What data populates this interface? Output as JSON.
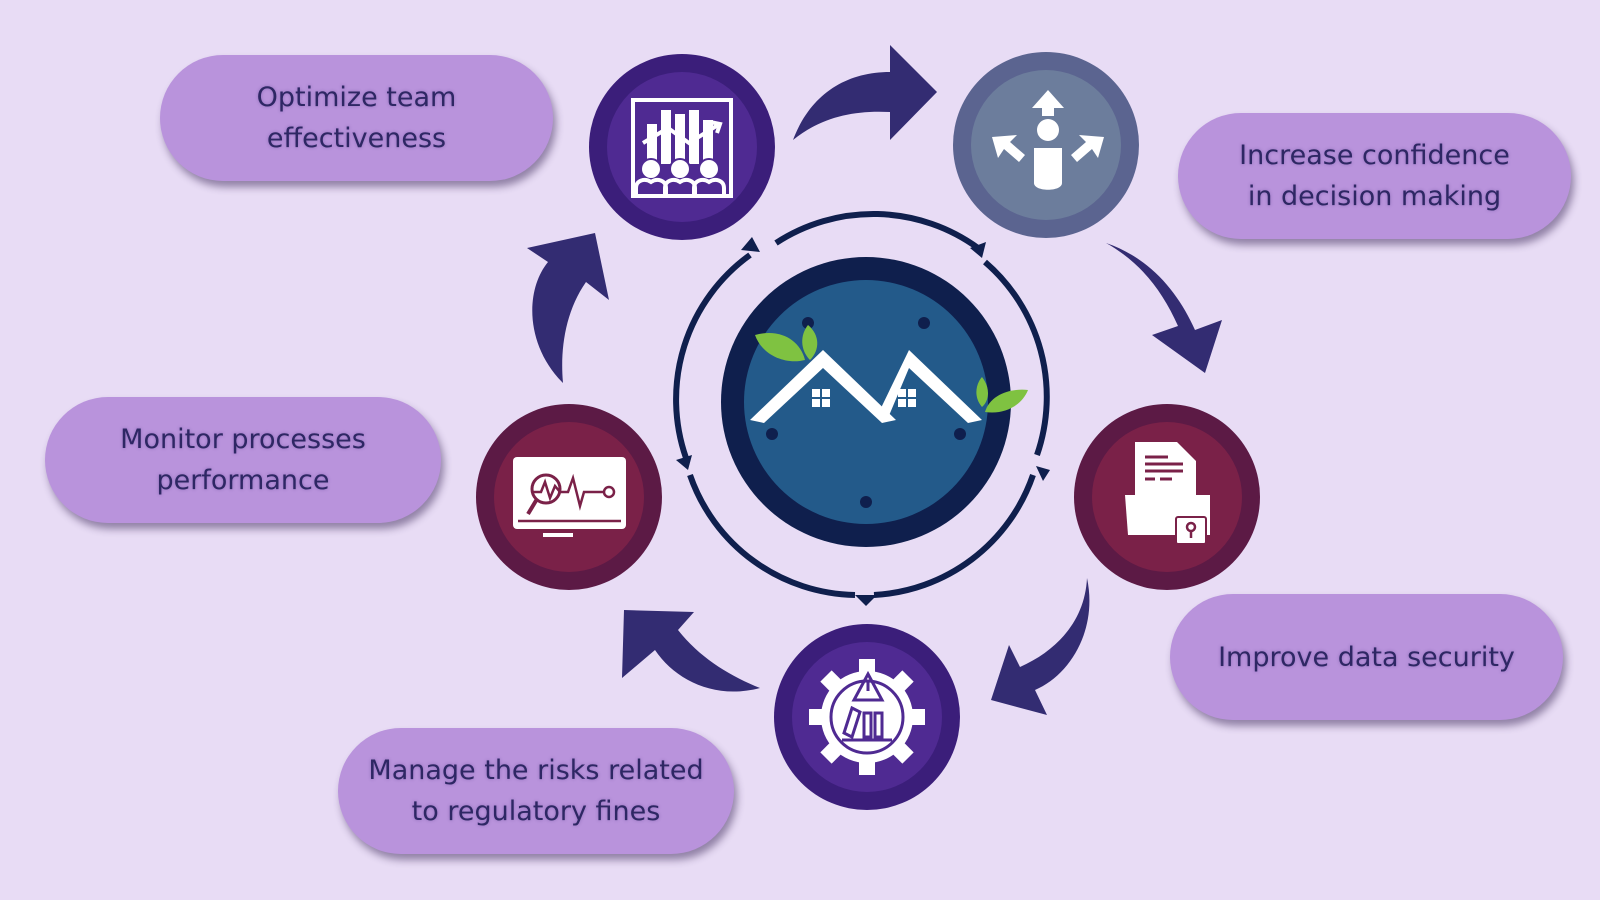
{
  "diagram": {
    "title": "Benefits cycle",
    "center": {
      "icon": "house-roof-leaves-logo-icon"
    },
    "nodes": [
      {
        "id": "optimize",
        "label_lines": [
          "Optimize team",
          "effectiveness"
        ],
        "icon": "team-chart-icon",
        "color_outer": "#3b1e7a",
        "color_inner": "#4f2a92"
      },
      {
        "id": "confidence",
        "label_lines": [
          "Increase confidence",
          "in decision making"
        ],
        "icon": "person-decision-arrows-icon",
        "color_outer": "#5b6490",
        "color_inner": "#6c7d9c"
      },
      {
        "id": "security",
        "label_lines": [
          "Improve data security"
        ],
        "icon": "folder-lock-icon",
        "color_outer": "#5c1a45",
        "color_inner": "#7a2148"
      },
      {
        "id": "risks",
        "label_lines": [
          "Manage the risks related",
          "to regulatory fines"
        ],
        "icon": "gear-warning-icon",
        "color_outer": "#3b1e7a",
        "color_inner": "#4f2a92"
      },
      {
        "id": "monitor",
        "label_lines": [
          "Monitor processes",
          "performance"
        ],
        "icon": "monitor-heartbeat-icon",
        "color_outer": "#5c1a45",
        "color_inner": "#7a2148"
      }
    ],
    "colors": {
      "background": "#e8dcf5",
      "pill": "#b993dc",
      "text": "#2e2764",
      "arrow": "#332c72",
      "ring": "#0f1f4d",
      "center_fill": "#235a8a",
      "leaf": "#7fc241"
    }
  }
}
